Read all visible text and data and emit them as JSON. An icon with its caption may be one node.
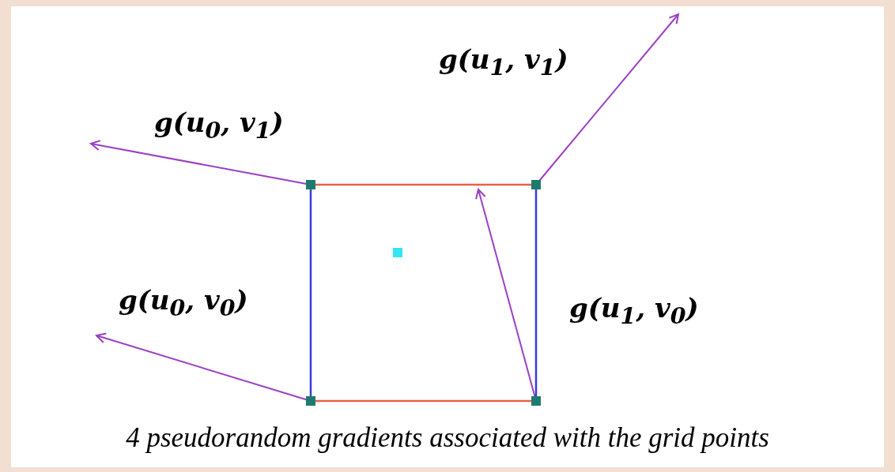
{
  "diagram": {
    "caption": "4 pseudorandom gradients associated with the grid points",
    "nodes": [
      {
        "text": [],
        "shape": "box"
      },
      {
        "text": [],
        "shape": "box"
      },
      {
        "text": [],
        "shape": "box"
      },
      {
        "text": [],
        "shape": "box"
      },
      {
        "text": [],
        "shape": "box"
      }
    ],
    "edges": [
      {
        "from": 0,
        "to": 1,
        "arrow": "none",
        "color": "#e8604c"
      },
      {
        "from": 0,
        "to": 3,
        "arrow": "none",
        "color": "#3a3ae0"
      },
      {
        "from": 1,
        "to": 4,
        "arrow": "none",
        "color": "#3a3ae0"
      },
      {
        "from": 3,
        "to": 4,
        "arrow": "none",
        "color": "#e8604c"
      }
    ],
    "labels": [
      "g(u$_{1}$, v$_{1}$)",
      "g(u$_{0}$, v$_{1}$)",
      "g(u$_{0}$, v$_{0}$)",
      "g(u$_{1}$, v$_{0}$)"
    ]
  }
}
